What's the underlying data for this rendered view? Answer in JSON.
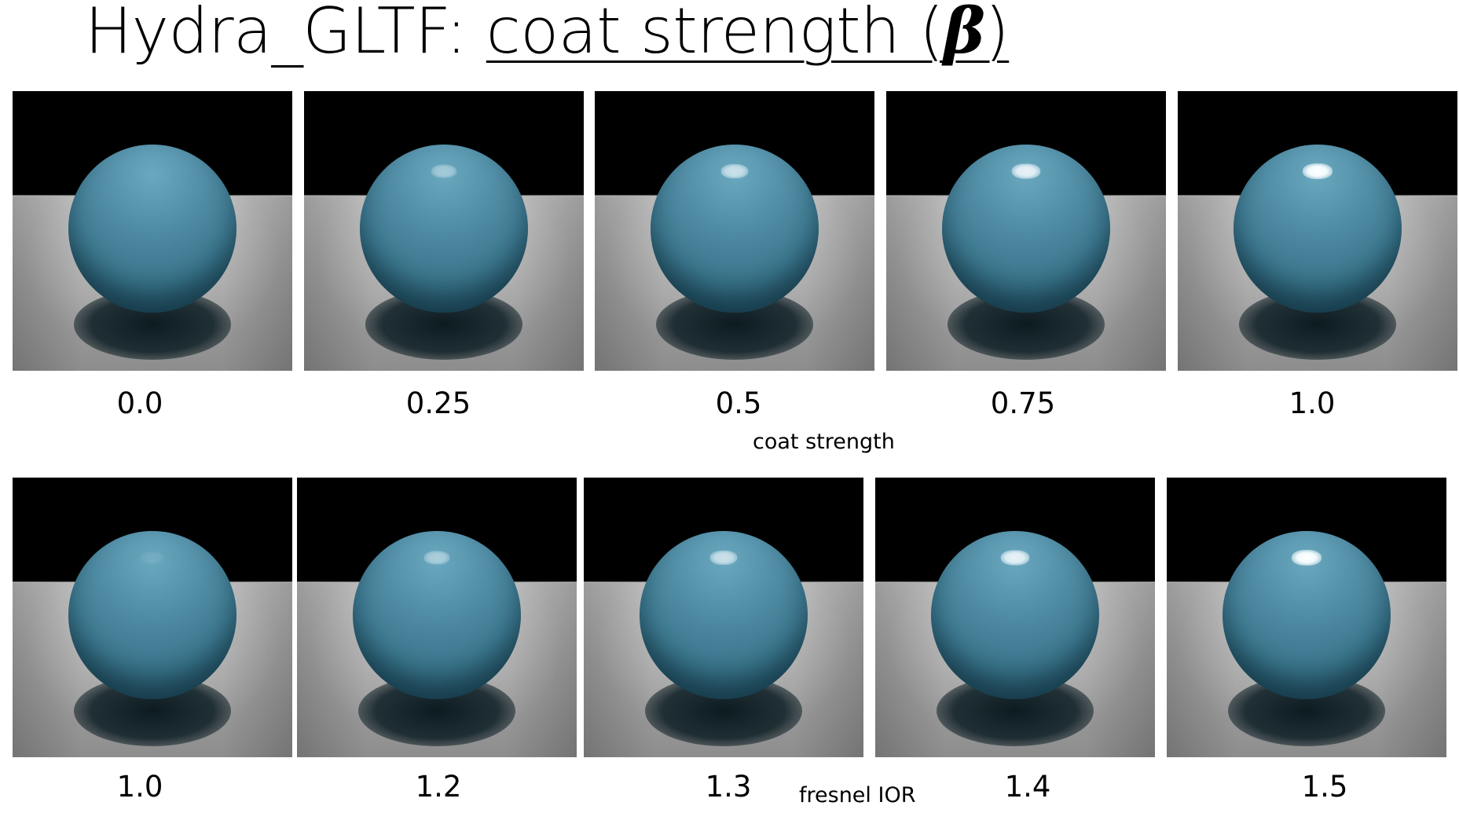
{
  "title": {
    "prefix": "Hydra_GLTF: ",
    "underlined": "coat strength (",
    "symbol": "β",
    "close": ")"
  },
  "rows": [
    {
      "axis_label": "coat strength",
      "items": [
        {
          "label": "0.0",
          "highlight": 0.0
        },
        {
          "label": "0.25",
          "highlight": 0.4
        },
        {
          "label": "0.5",
          "highlight": 0.65
        },
        {
          "label": "0.75",
          "highlight": 0.85
        },
        {
          "label": "1.0",
          "highlight": 1.0
        }
      ]
    },
    {
      "axis_label": "fresnel IOR",
      "items": [
        {
          "label": "1.0",
          "highlight": 0.08
        },
        {
          "label": "1.2",
          "highlight": 0.45
        },
        {
          "label": "1.3",
          "highlight": 0.65
        },
        {
          "label": "1.4",
          "highlight": 0.85
        },
        {
          "label": "1.5",
          "highlight": 1.0
        }
      ]
    }
  ],
  "colors": {
    "sphere": "#4f8ca4",
    "background_top": "#000000",
    "floor": "#b0b0b0"
  }
}
